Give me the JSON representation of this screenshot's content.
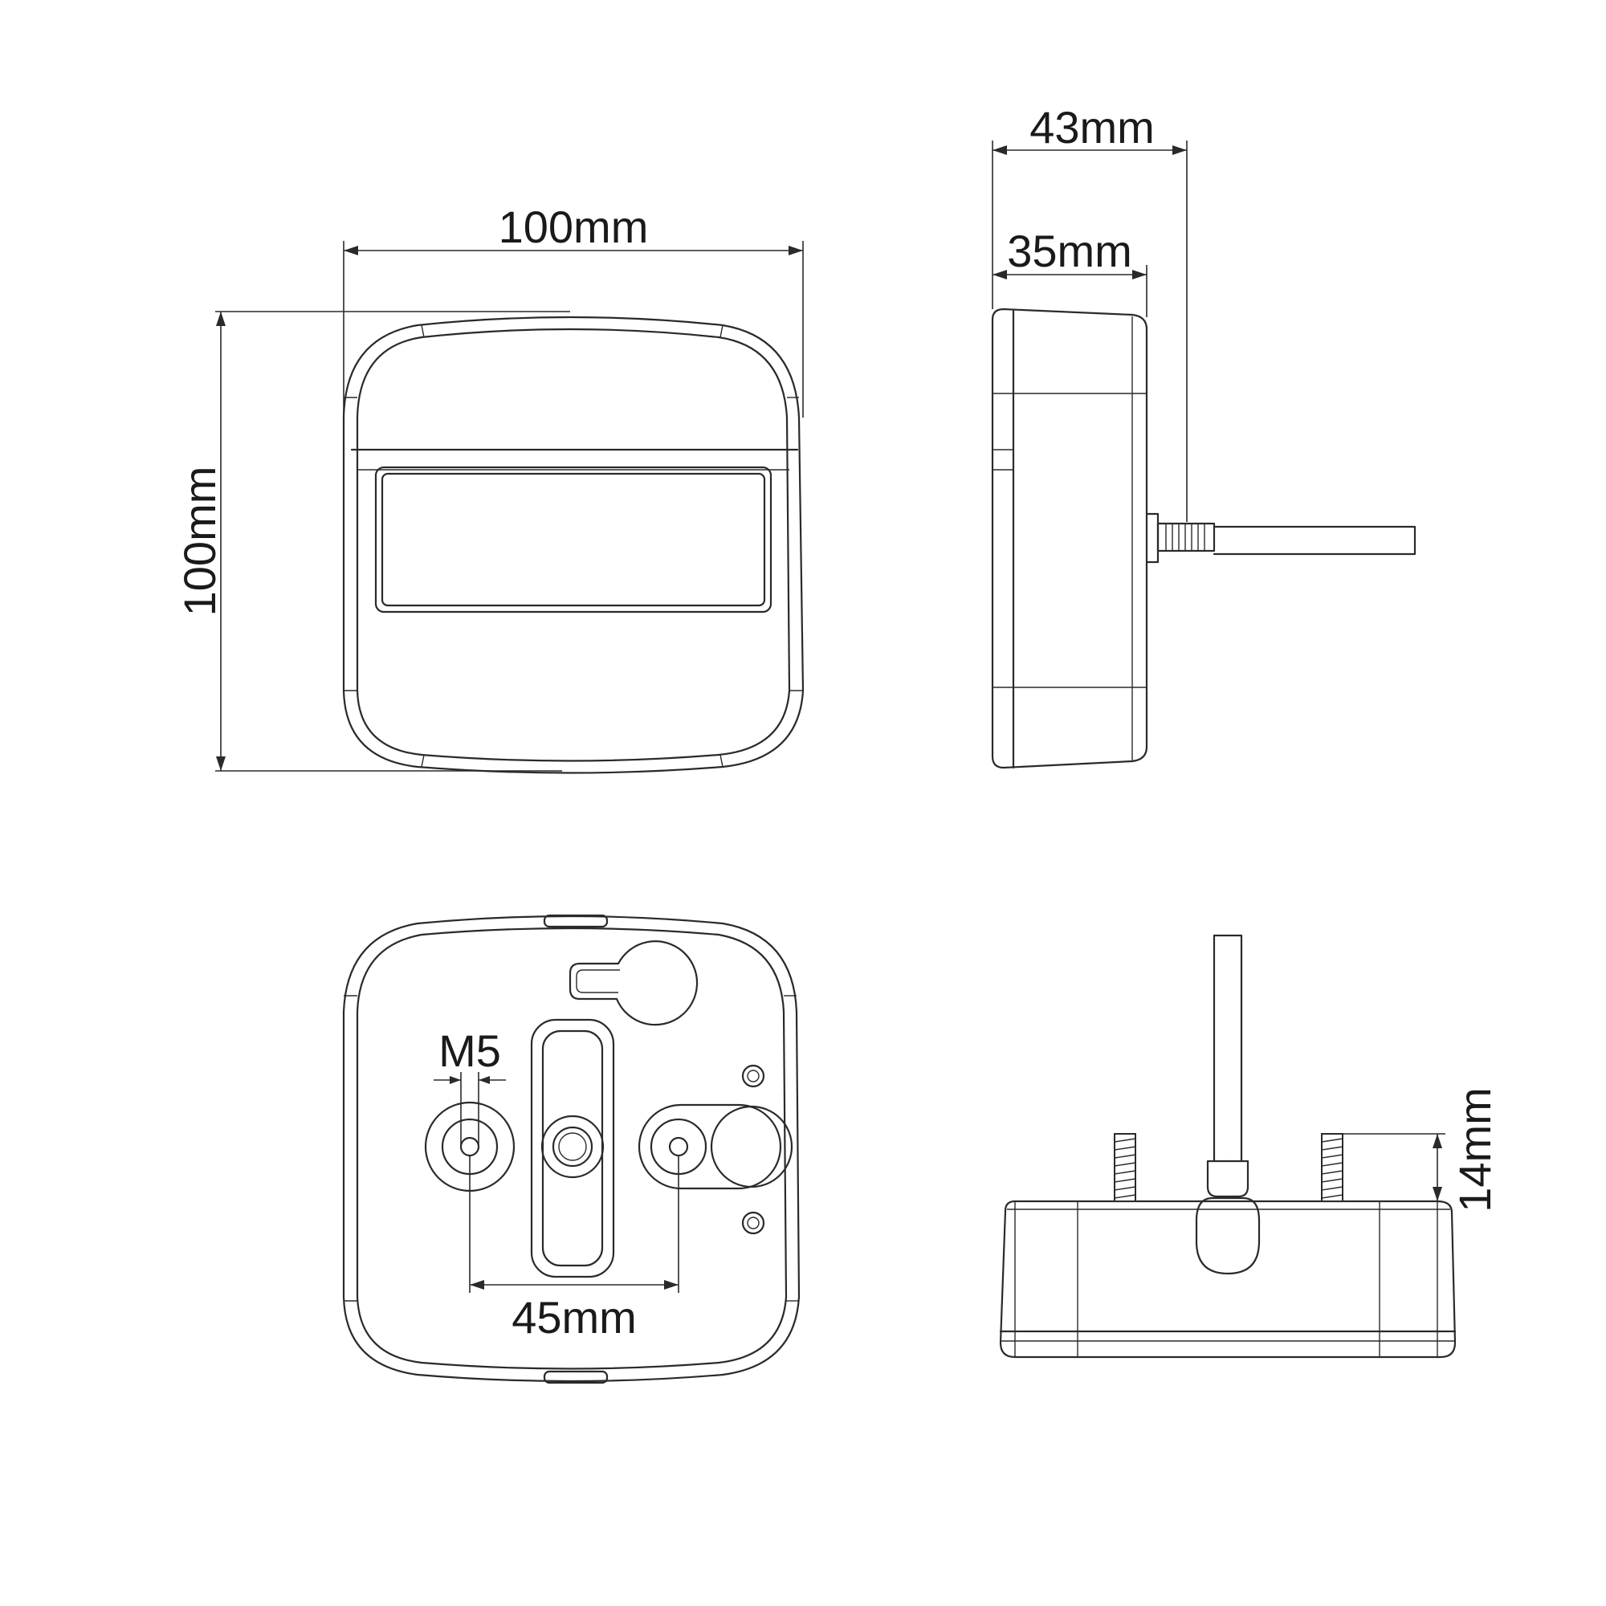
{
  "front_view": {
    "width_label": "100mm",
    "height_label": "100mm"
  },
  "side_view": {
    "total_depth_label": "43mm",
    "body_depth_label": "35mm"
  },
  "rear_view": {
    "thread_label": "M5",
    "bolt_spacing_label": "45mm"
  },
  "bottom_view": {
    "stud_length_label": "14mm"
  }
}
